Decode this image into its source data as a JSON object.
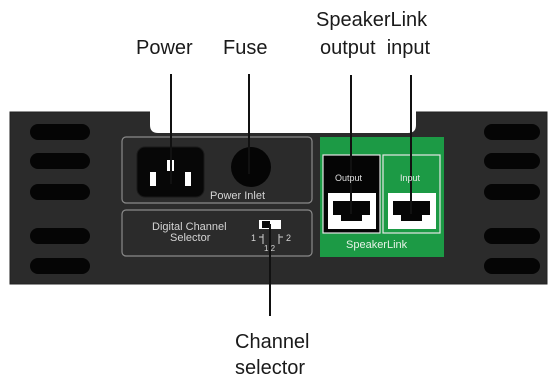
{
  "callouts": {
    "power": "Power",
    "fuse": "Fuse",
    "speakerlink_line1": "SpeakerLink",
    "speakerlink_line2": "output  input",
    "channel_line1": "Channel",
    "channel_line2": "selector"
  },
  "panel": {
    "power_inlet": "Power Inlet",
    "digital_channel_line1": "Digital Channel",
    "digital_channel_line2": "Selector",
    "switch_left": "1",
    "switch_right": "2",
    "switch_bottom": "1 2",
    "port_output": "Output",
    "port_input": "Input",
    "speakerlink": "SpeakerLink"
  },
  "colors": {
    "chassis": "#2b2b2b",
    "chassis_edge": "#222222",
    "vent_slot": "#050505",
    "speakerlink_green": "#1c9a45",
    "panel_outline": "#8a8a8a",
    "callout_line": "#111111"
  }
}
